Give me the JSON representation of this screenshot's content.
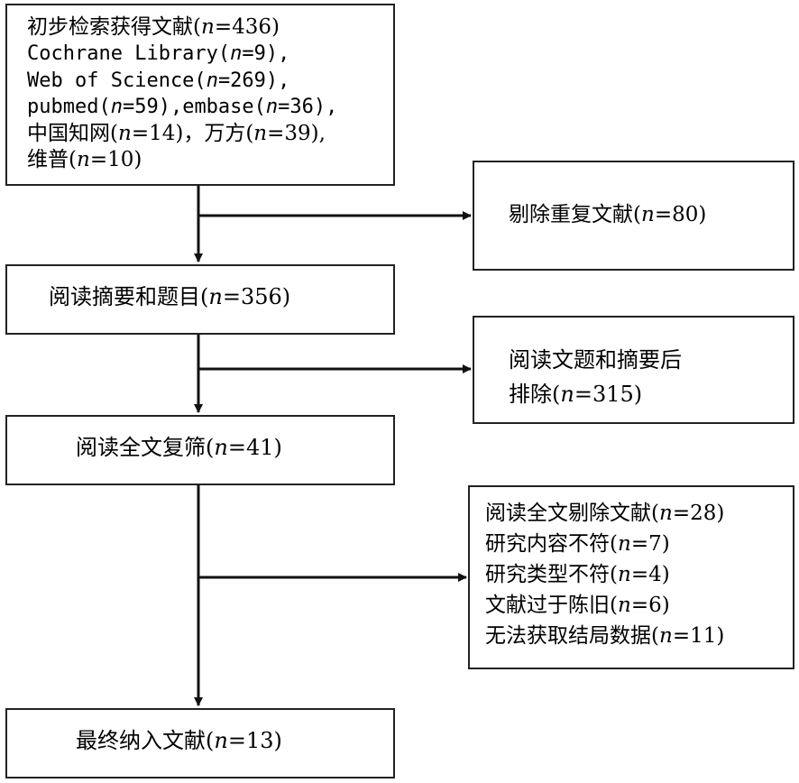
{
  "boxes": {
    "initial_search": {
      "line1": {
        "pre": "初步检索获得文献(",
        "n": "n",
        "post": "=436)"
      },
      "line2": {
        "pre": "Cochrane Library(",
        "n": "n",
        "post": "=9),"
      },
      "line3": {
        "pre": "Web of Science(",
        "n": "n",
        "post": "=269),"
      },
      "line4": {
        "pre": "pubmed(",
        "n": "n",
        "mid": "=59),embase(",
        "n2": "n",
        "post": "=36),"
      },
      "line5": {
        "pre": "中国知网(",
        "n": "n",
        "mid": "=14)，万方(",
        "n2": "n",
        "post": "=39),"
      },
      "line6": {
        "pre": "维普(",
        "n": "n",
        "post": "=10)"
      }
    },
    "duplicates_removed": {
      "line1": {
        "pre": "剔除重复文献(",
        "n": "n",
        "post": "=80)"
      }
    },
    "title_abstract_screen": {
      "line1": {
        "pre": "阅读摘要和题目(",
        "n": "n",
        "post": "=356)"
      }
    },
    "title_abstract_excluded": {
      "line1": "阅读文题和摘要后",
      "line2": {
        "pre": "排除(",
        "n": "n",
        "post": "=315)"
      }
    },
    "fulltext_screen": {
      "line1": {
        "pre": "阅读全文复筛(",
        "n": "n",
        "post": "=41)"
      }
    },
    "fulltext_excluded": {
      "line1": {
        "pre": "阅读全文剔除文献(",
        "n": "n",
        "post": "=28)"
      },
      "line2": {
        "pre": "研究内容不符(",
        "n": "n",
        "post": "=7)"
      },
      "line3": {
        "pre": "研究类型不符(",
        "n": "n",
        "post": "=4)"
      },
      "line4": {
        "pre": "文献过于陈旧(",
        "n": "n",
        "post": "=6)"
      },
      "line5": {
        "pre": "无法获取结局数据(",
        "n": "n",
        "post": "=11)"
      }
    },
    "final_included": {
      "line1": {
        "pre": "最终纳入文献(",
        "n": "n",
        "post": "=13)"
      }
    }
  },
  "colors": {
    "line": "#111111",
    "border": "#222222",
    "text": "#000000",
    "background": "#ffffff"
  }
}
